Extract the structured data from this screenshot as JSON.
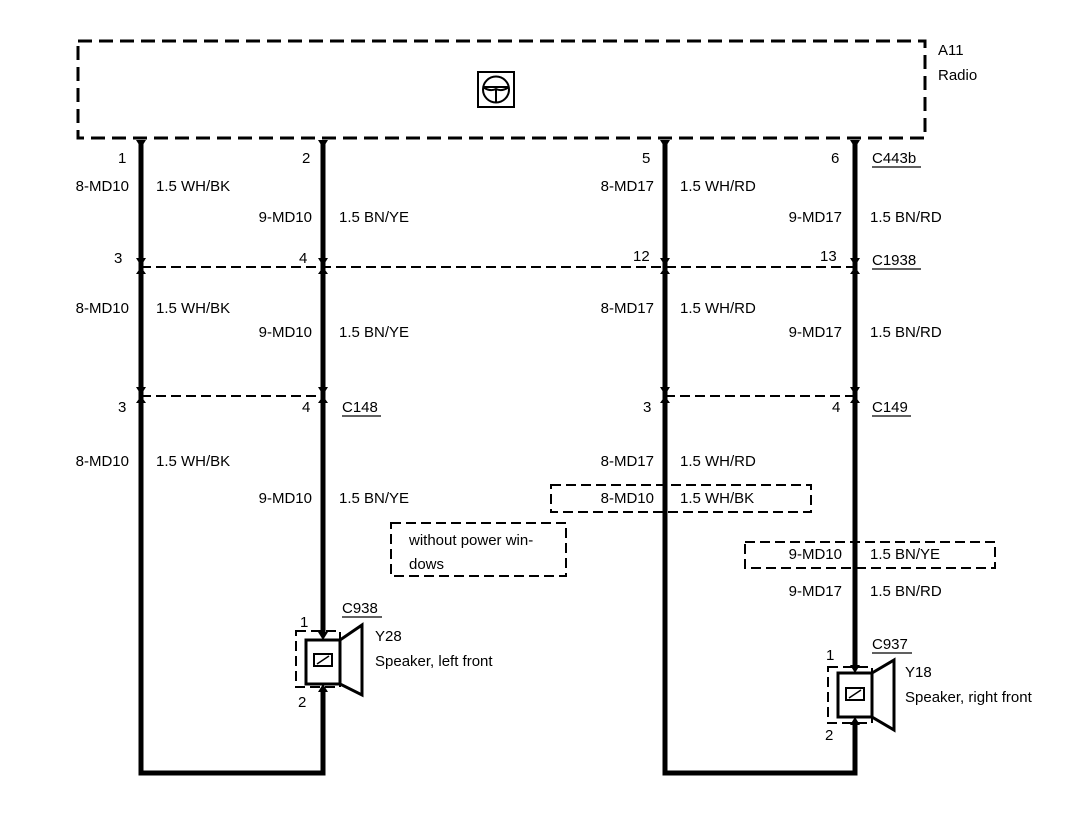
{
  "radio": {
    "ref": "A11",
    "name": "Radio",
    "icon": "steering-wheel-icon"
  },
  "connectors": {
    "c443b": {
      "name": "C443b",
      "pins": [
        "1",
        "2",
        "5",
        "6"
      ]
    },
    "c1938": {
      "name": "C1938",
      "pins": [
        "3",
        "4",
        "12",
        "13"
      ]
    },
    "c148": {
      "name": "C148",
      "pins": [
        "3",
        "4"
      ]
    },
    "c149": {
      "name": "C149",
      "pins": [
        "3",
        "4"
      ]
    },
    "c938": {
      "name": "C938",
      "pins": [
        "1",
        "2"
      ]
    },
    "c937": {
      "name": "C937",
      "pins": [
        "1",
        "2"
      ]
    }
  },
  "wires": {
    "md10_8": {
      "circuit": "8-MD10",
      "spec": "1.5 WH/BK"
    },
    "md10_9": {
      "circuit": "9-MD10",
      "spec": "1.5 BN/YE"
    },
    "md17_8": {
      "circuit": "8-MD17",
      "spec": "1.5 WH/RD"
    },
    "md17_9": {
      "circuit": "9-MD17",
      "spec": "1.5 BN/RD"
    }
  },
  "note": {
    "line1": "without power win-",
    "line2": "dows"
  },
  "speakers": {
    "left": {
      "ref": "Y28",
      "name": "Speaker, left front"
    },
    "right": {
      "ref": "Y18",
      "name": "Speaker, right front"
    }
  }
}
